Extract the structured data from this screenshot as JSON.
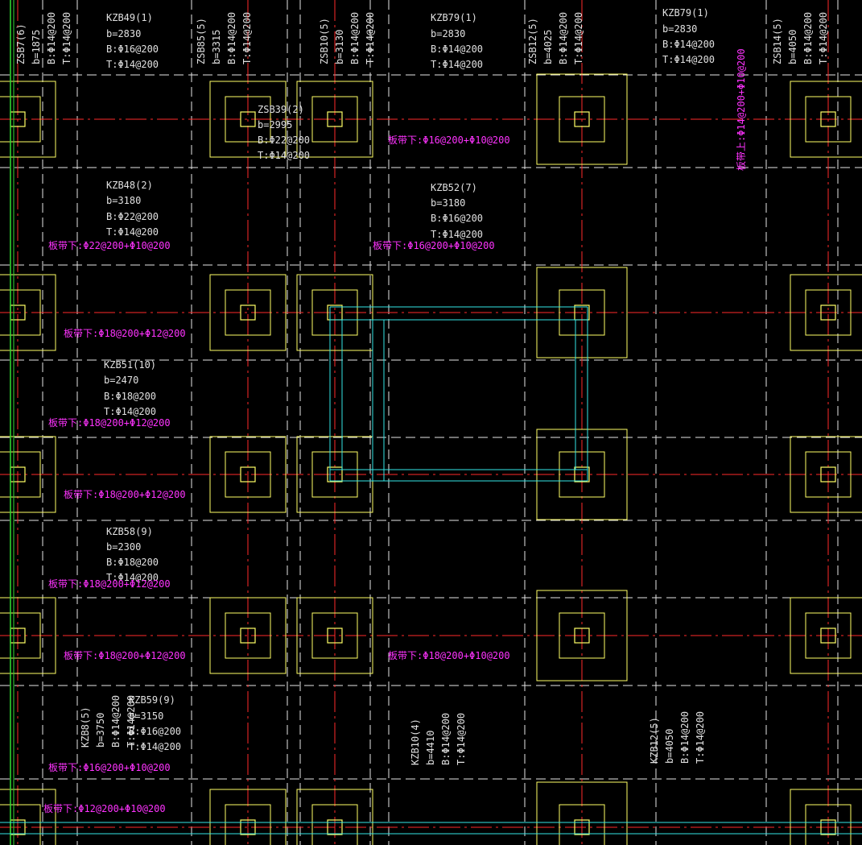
{
  "colors": {
    "background": "#000000",
    "grid_red": "#ff2a2a",
    "grid_dash": "#e6e6e6",
    "footing": "#ffff66",
    "wall": "#33e6e6",
    "border_green": "#33dd33",
    "label_white": "#e0e0e0",
    "label_magenta": "#ff33ff"
  },
  "beams": [
    {
      "name": "KZB49(1)",
      "b": "b=2830",
      "bot": "B:Φ16@200",
      "top": "T:Φ14@200"
    },
    {
      "name": "KZB79(1)",
      "b": "b=2830",
      "bot": "B:Φ14@200",
      "top": "T:Φ14@200"
    },
    {
      "name": "KZB79(1)",
      "b": "b=2830",
      "bot": "B:Φ14@200",
      "top": "T:Φ14@200"
    },
    {
      "name": "ZSB39(2)",
      "b": "b=2995",
      "bot": "B:Φ22@200",
      "top": "T:Φ14@200"
    },
    {
      "name": "KZB48(2)",
      "b": "b=3180",
      "bot": "B:Φ22@200",
      "top": "T:Φ14@200"
    },
    {
      "name": "KZB52(7)",
      "b": "b=3180",
      "bot": "B:Φ16@200",
      "top": "T:Φ14@200"
    },
    {
      "name": "KZB51(10)",
      "b": "b=2470",
      "bot": "B:Φ18@200",
      "top": "T:Φ14@200"
    },
    {
      "name": "KZB58(9)",
      "b": "b=2300",
      "bot": "B:Φ18@200",
      "top": "T:Φ14@200"
    },
    {
      "name": "KZB59(9)",
      "b": "b=3150",
      "bot": "B:Φ16@200",
      "top": "T:Φ14@200"
    }
  ],
  "vertical_beams": [
    {
      "name": "ZSB7(6)",
      "b": "b=1875",
      "bot": "B:Φ14@200",
      "top": "T:Φ14@200"
    },
    {
      "name": "ZSB85(5)",
      "b": "b=3315",
      "bot": "B:Φ14@200",
      "top": "T:Φ14@200"
    },
    {
      "name": "ZSB10(5)",
      "b": "b=3130",
      "bot": "B:Φ14@200",
      "top": "T:Φ14@200"
    },
    {
      "name": "ZSB12(5)",
      "b": "b=4025",
      "bot": "B:Φ14@200",
      "top": "T:Φ14@200"
    },
    {
      "name": "ZSB14(5)",
      "b": "b=4050",
      "bot": "B:Φ14@200",
      "top": "T:Φ14@200"
    },
    {
      "name": "KZB8(5)",
      "b": "b=3750",
      "bot": "B:Φ14@200",
      "top": "T:Φ14@200"
    },
    {
      "name": "KZB10(4)",
      "b": "b=4410",
      "bot": "B:Φ14@200",
      "top": "T:Φ14@200"
    },
    {
      "name": "KZB12(5)",
      "b": "b=4050",
      "bot": "B:Φ14@200",
      "top": "T:Φ14@200"
    }
  ],
  "slab_labels": [
    "板带下:Φ16@200+Φ10@200",
    "板带下:Φ22@200+Φ10@200",
    "板带下:Φ16@200+Φ10@200",
    "板带下:Φ18@200+Φ12@200",
    "板带下:Φ18@200+Φ12@200",
    "板带下:Φ18@200+Φ12@200",
    "板带下:Φ18@200+Φ12@200",
    "板带下:Φ18@200+Φ12@200",
    "板带下:Φ18@200+Φ10@200",
    "板带下:Φ16@200+Φ10@200",
    "板带下:Φ12@200+Φ10@200",
    "板带上:Φ14@200+Φ10@200"
  ]
}
